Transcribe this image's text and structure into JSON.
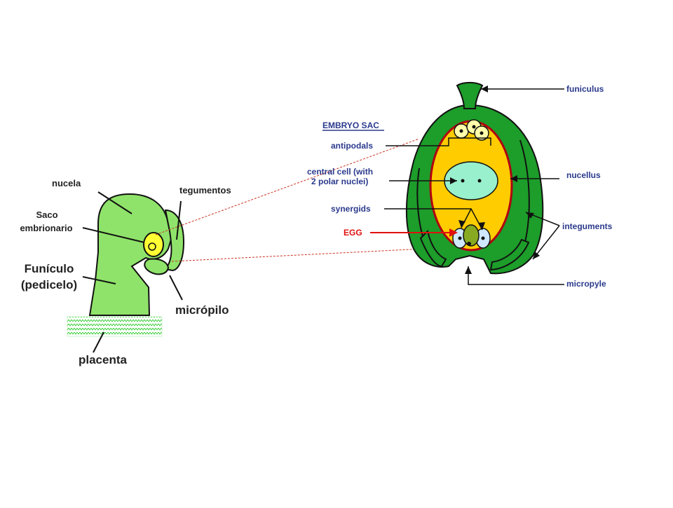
{
  "left_diagram": {
    "labels": {
      "nucela": "nucela",
      "tegumentos": "tegumentos",
      "saco_line1": "Saco",
      "saco_line2": "embrionario",
      "funiculo_line1": "Funículo",
      "funiculo_line2": "(pedicelo)",
      "micropilo": "micrópilo",
      "placenta": "placenta"
    }
  },
  "right_diagram": {
    "labels": {
      "funiculus": "funiculus",
      "embryo_sac": "EMBRYO SAC",
      "antipodals": "antipodals",
      "central_cell_line1": "central cell (with",
      "central_cell_line2": "2 polar nuclei)",
      "nucellus": "nucellus",
      "synergids": "synergids",
      "egg": "EGG",
      "integuments": "integuments",
      "micropyle": "micropyle"
    }
  },
  "colors": {
    "light_green": "#8fe36a",
    "dark_green": "#1d9d2a",
    "sac_yellow": "#ffcc00",
    "sac_border": "#b00010",
    "central_cell": "#99f0cc",
    "label_blue": "#2b3a8c",
    "egg_red": "#e01010"
  }
}
